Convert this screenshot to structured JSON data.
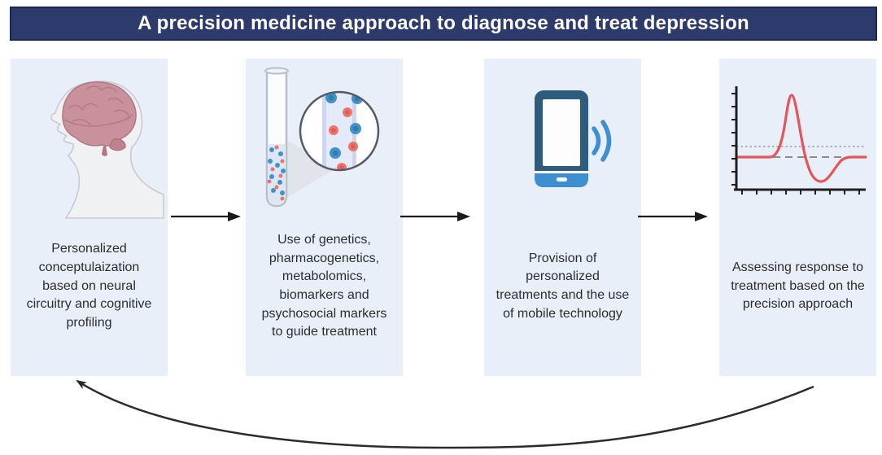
{
  "title": {
    "text": "A precision medicine approach to diagnose and treat depression"
  },
  "diagram": {
    "steps": [
      {
        "name": "neural-profiling",
        "icon": "head-brain-icon",
        "label": "Personalized conceptulaization based on neural circuitry and cognitive profiling"
      },
      {
        "name": "biomarker-testing",
        "icon": "test-tube-magnifier-icon",
        "label": "Use of genetics, pharmacogenetics, metabolomics, biomarkers and psychosocial markers to guide treatment"
      },
      {
        "name": "personalized-treatment",
        "icon": "mobile-phone-icon",
        "label": "Provision of personalized treatments and the use of mobile technology"
      },
      {
        "name": "response-assessment",
        "icon": "response-curve-icon",
        "label": "Assessing response to treatment based on the precision approach"
      }
    ],
    "flow": {
      "forward_connectors": 3,
      "forward_connector_type": "straight-right-arrow",
      "feedback_connector_type": "curved-left-arrow",
      "feedback_path": "from step 4 (response assessment) back to step 1 (personalized conceptualization)"
    }
  },
  "colors": {
    "title_bg": "#2c3a6c",
    "title_border": "#1c2850",
    "title_text": "#ffffff",
    "panel_bg": "#e9eff9",
    "body_text": "#2c2c2c",
    "arrow_black": "#1a1a1a",
    "response_curve_red": "#e4555a",
    "phone_dark_blue": "#2d5c7d",
    "phone_light_blue": "#3d8fd1",
    "marker_dot_blue": "#4292c9",
    "marker_dot_red": "#e9756d",
    "brain_pink": "#c9919c",
    "head_gray": "#f0f1f3"
  }
}
